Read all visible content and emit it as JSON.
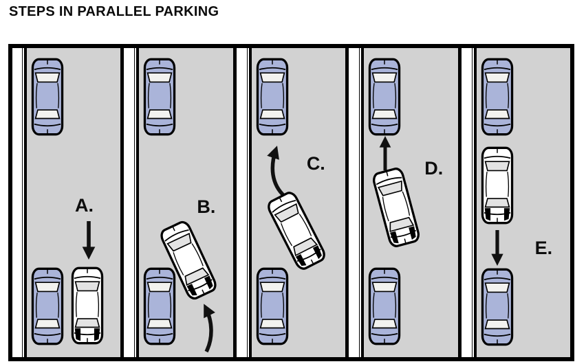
{
  "title": "STEPS IN PARALLEL PARKING",
  "colors": {
    "road": "#d2d2d2",
    "car_blue": "#aab4d9",
    "car_white": "#ffffff",
    "glass_blue": "#f2f2ef",
    "glass_white": "#e3e3e3",
    "outline": "#000000",
    "arrow": "#111111"
  },
  "panels": [
    {
      "label": "A.",
      "arrow_icon": "straight-down-arrow",
      "maneuvering_car": "white-car-straight-beside-space",
      "parked_cars": [
        "blue-car-top",
        "blue-car-bottom"
      ]
    },
    {
      "label": "B.",
      "arrow_icon": "curved-up-arrow",
      "maneuvering_car": "white-car-angled-reversing",
      "parked_cars": [
        "blue-car-top",
        "blue-car-bottom"
      ]
    },
    {
      "label": "C.",
      "arrow_icon": "curved-up-arrow",
      "maneuvering_car": "white-car-angled-in-space",
      "parked_cars": [
        "blue-car-top",
        "blue-car-bottom"
      ]
    },
    {
      "label": "D.",
      "arrow_icon": "straight-up-arrow",
      "maneuvering_car": "white-car-straightening",
      "parked_cars": [
        "blue-car-top",
        "blue-car-bottom"
      ]
    },
    {
      "label": "E.",
      "arrow_icon": "straight-down-arrow",
      "maneuvering_car": "white-car-parked",
      "parked_cars": [
        "blue-car-top",
        "blue-car-bottom"
      ]
    }
  ]
}
